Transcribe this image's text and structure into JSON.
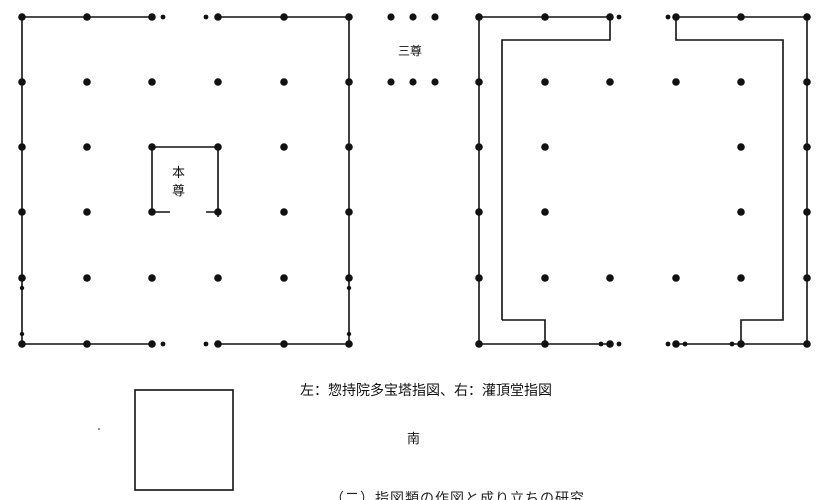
{
  "labels": {
    "honzon_line1": "本",
    "honzon_line2": "尊",
    "sanbutsu": "三尊",
    "caption": "左：惣持院多宝塔指図、右：灌頂堂指図",
    "south": "南",
    "bottom_partial": "（二）指図類の作図と成り立ちの研究"
  },
  "colors": {
    "ink": "#111111",
    "paper": "#ffffff"
  }
}
